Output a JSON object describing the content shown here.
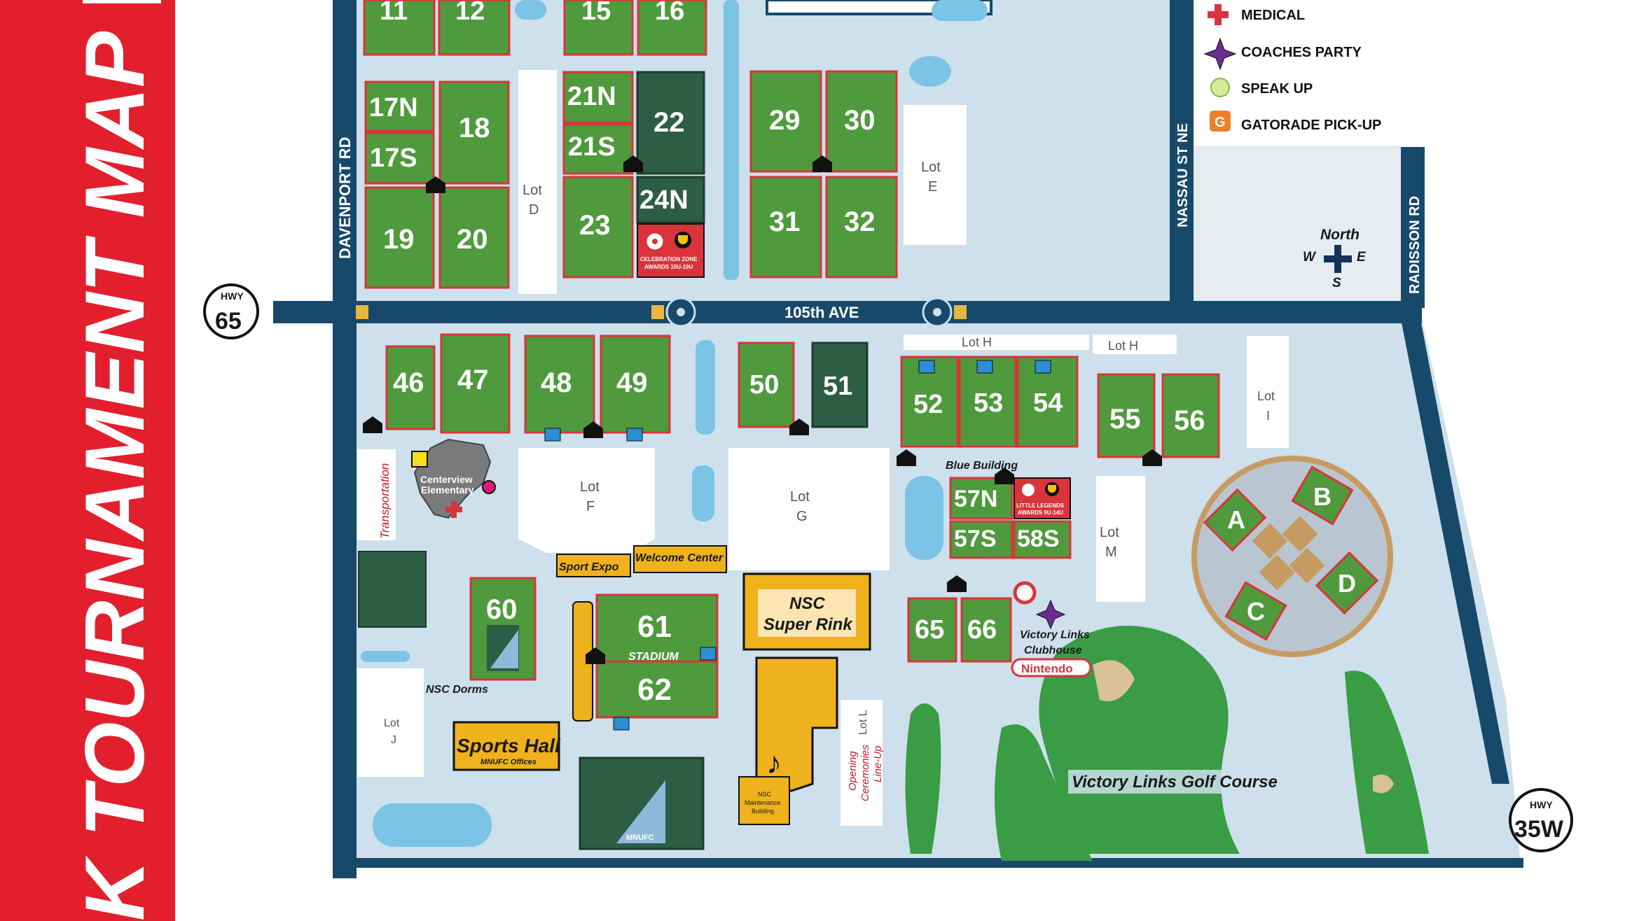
{
  "banner": {
    "title": "K TOURNAMENT MAP | J",
    "color": "#e31f2d"
  },
  "roads": {
    "davenport": "DAVENPORT RD",
    "nassau": "NASSAU ST NE",
    "radisson": "RADISSON RD",
    "avenue": "105th AVE",
    "hwy65_label": "HWY",
    "hwy65_num": "65",
    "hwy35_label": "HWY",
    "hwy35_num": "35W"
  },
  "legend": [
    {
      "label": "MEDICAL",
      "icon": "medical-cross-icon"
    },
    {
      "label": "COACHES PARTY",
      "icon": "purple-star-icon"
    },
    {
      "label": "SPEAK UP",
      "icon": "speak-up-icon"
    },
    {
      "label": "GATORADE PICK-UP",
      "icon": "gatorade-icon"
    }
  ],
  "compass": {
    "north": "North",
    "west": "W",
    "east": "E",
    "south": "S"
  },
  "fields": {
    "f11": "11",
    "f12": "12",
    "f15": "15",
    "f16": "16",
    "f17n": "17N",
    "f17s": "17S",
    "f18": "18",
    "f19": "19",
    "f20": "20",
    "f21n": "21N",
    "f21s": "21S",
    "f22": "22",
    "f23": "23",
    "f24n": "24N",
    "f29": "29",
    "f30": "30",
    "f31": "31",
    "f32": "32",
    "f46": "46",
    "f47": "47",
    "f48": "48",
    "f49": "49",
    "f50": "50",
    "f51": "51",
    "f52": "52",
    "f53": "53",
    "f54": "54",
    "f55": "55",
    "f56": "56",
    "f57n": "57N",
    "f57s": "57S",
    "f58s": "58S",
    "f60": "60",
    "f61": "61",
    "f62": "62",
    "f65": "65",
    "f66": "66",
    "fa": "A",
    "fb": "B",
    "fc": "C",
    "fd": "D"
  },
  "lots": {
    "d_lot": "Lot",
    "d_letter": "D",
    "e_lot": "Lot",
    "e_letter": "E",
    "f_lot": "Lot",
    "f_letter": "F",
    "g_lot": "Lot",
    "g_letter": "G",
    "h1": "Lot H",
    "h2": "Lot H",
    "i_lot": "Lot",
    "i_letter": "I",
    "j_lot": "Lot",
    "j_letter": "J",
    "l": "Lot L",
    "m_lot": "Lot",
    "m_letter": "M"
  },
  "labels": {
    "celebration_1": "CELEBRATION ZONE",
    "celebration_2": "AWARDS 15U-19U",
    "little_1": "LITTLE LEGENDS",
    "little_2": "AWARDS 9U-14U",
    "blue_building": "Blue Building",
    "centerview_1": "Centerview",
    "centerview_2": "Elementary",
    "transportation": "Transportation",
    "sport_expo": "Sport Expo",
    "welcome_center": "Welcome Center",
    "super_rink_1": "NSC",
    "super_rink_2": "Super Rink",
    "stadium": "STADIUM",
    "nsc_dorms": "NSC Dorms",
    "sports_hall": "Sports Hall",
    "mnufc_offices": "MNUFC Offices",
    "maint_1": "NSC",
    "maint_2": "Maintenance",
    "maint_3": "Building",
    "opening_1": "Opening",
    "opening_2": "Ceremonies",
    "opening_3": "Line-Up",
    "clubhouse_1": "Victory Links",
    "clubhouse_2": "Clubhouse",
    "nintendo": "Nintendo",
    "golf": "Victory Links Golf Course",
    "mnufc_logo": "MNUFC"
  },
  "colors": {
    "field_green": "#4f9a3c",
    "field_dark": "#2e5d45",
    "field_border": "#d9343a",
    "road_navy": "#17496b",
    "water": "#7cc4e6",
    "ground": "#cde0ec",
    "building": "#efb21c"
  }
}
